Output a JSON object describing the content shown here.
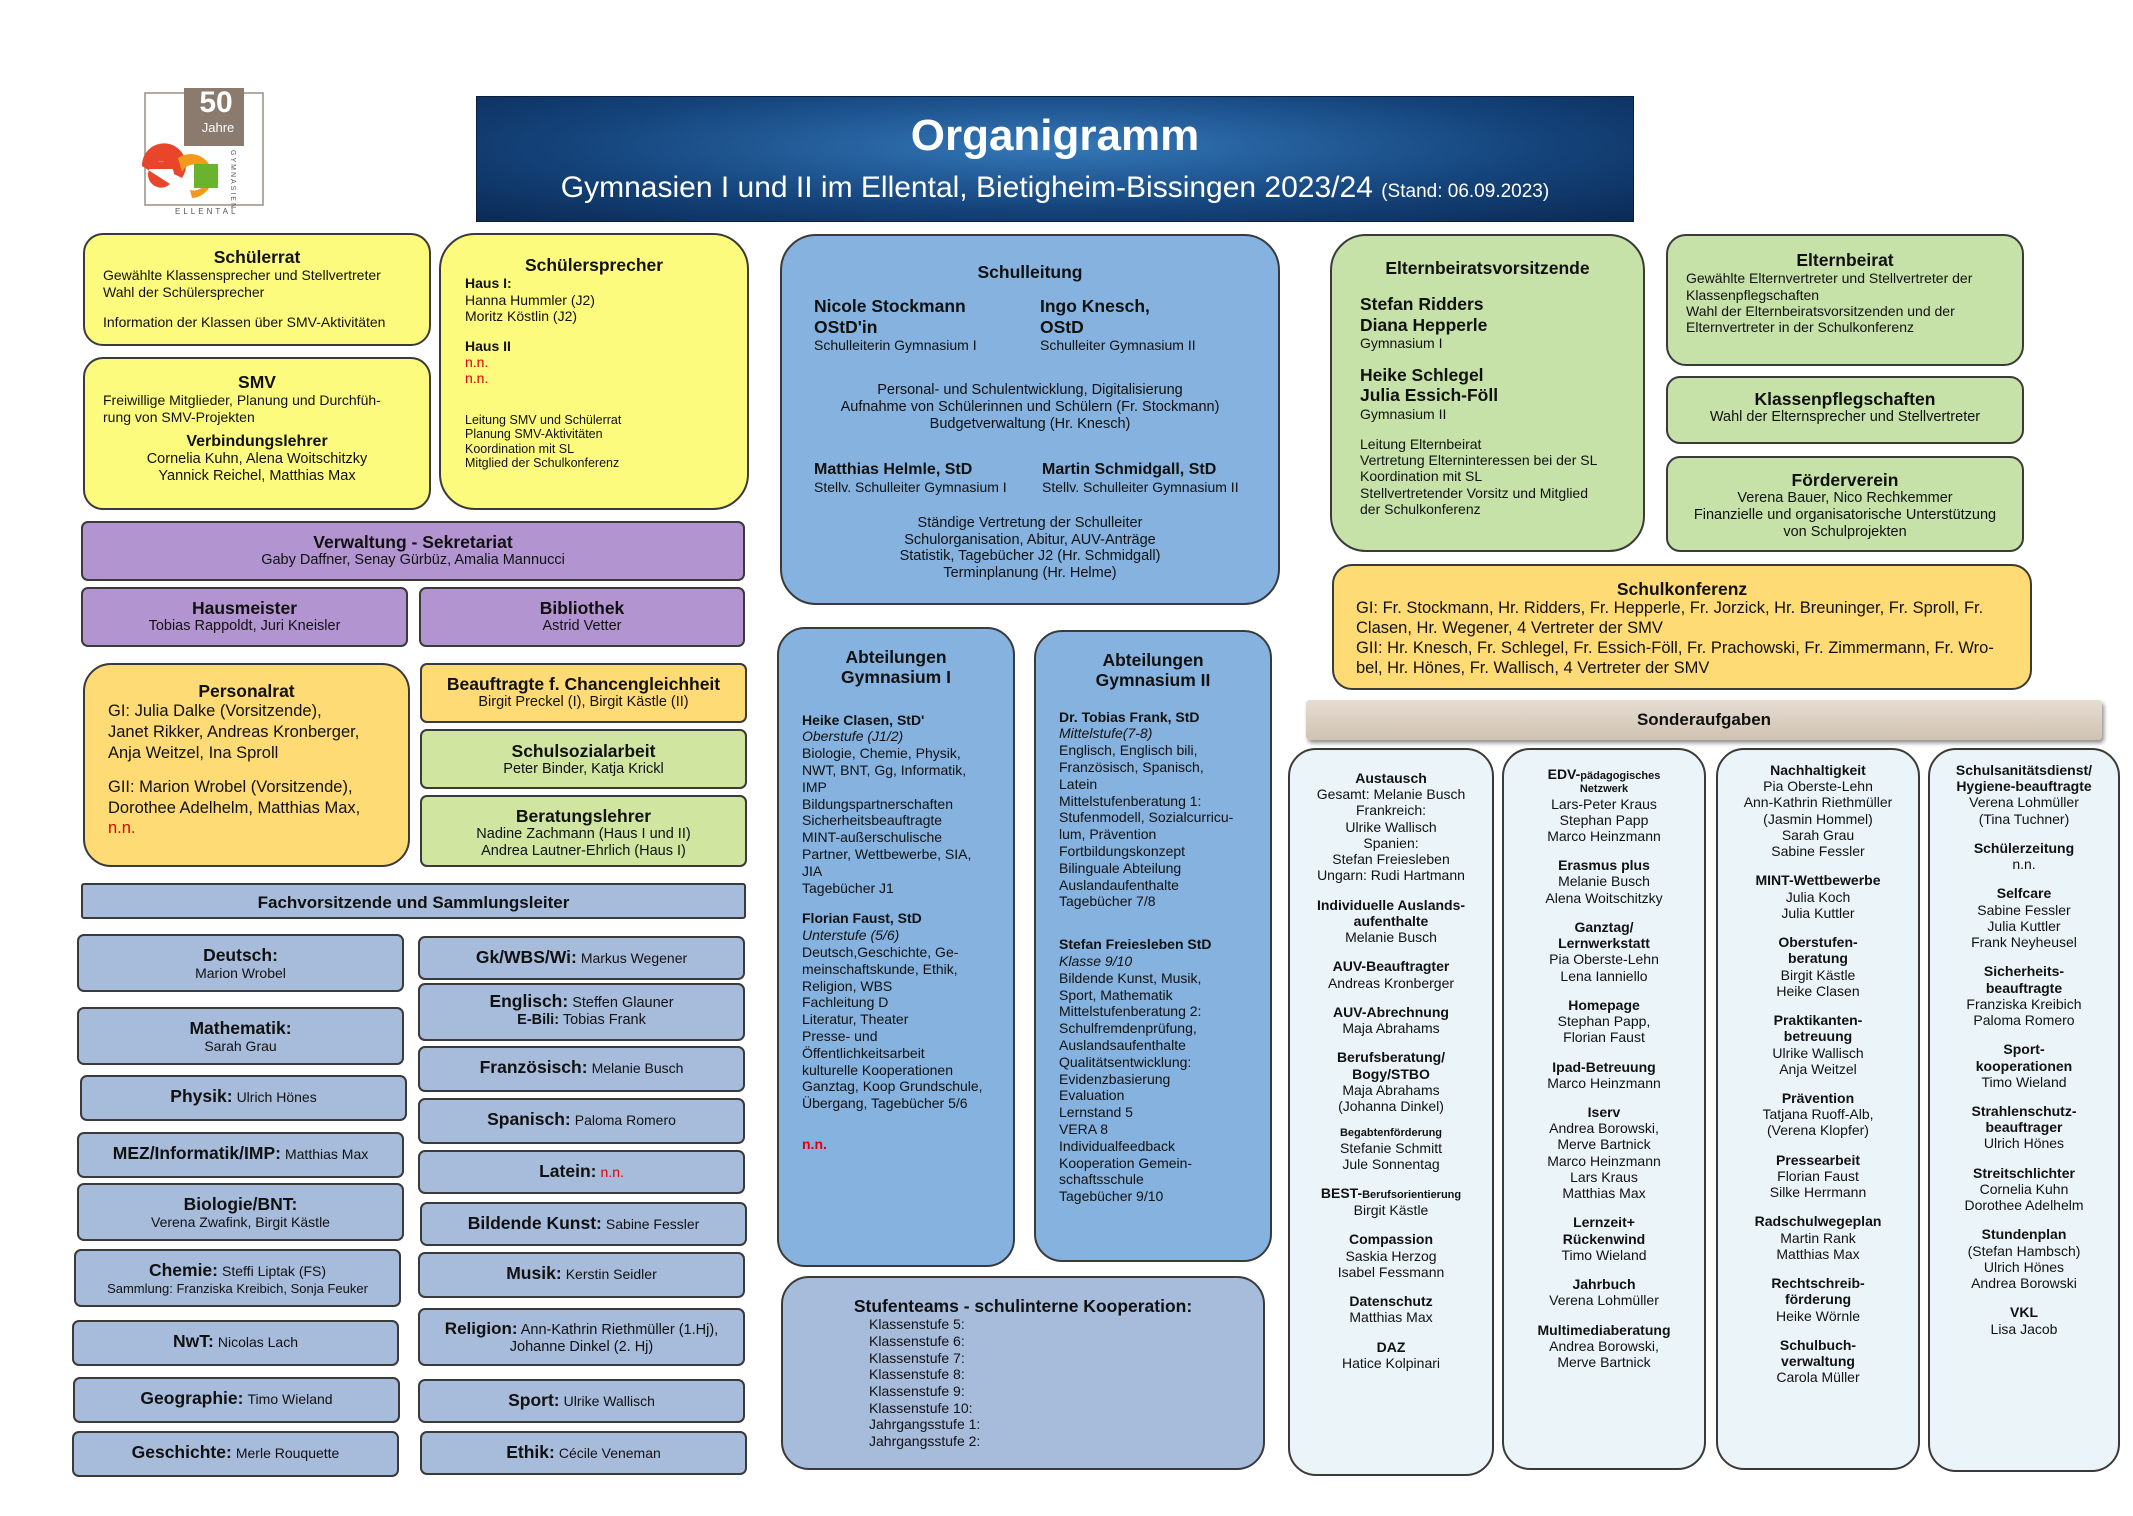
{
  "logo": {
    "number": "50",
    "jahre": "Jahre",
    "text_bottom": "ELLENTAL",
    "text_side": "GYMNASIEN"
  },
  "header": {
    "title": "Organigramm",
    "subtitle": "Gymnasien I und II im Ellental, Bietigheim-Bissingen 2023/24",
    "stand": "(Stand: 06.09.2023)"
  },
  "schuelerrat": {
    "title": "Schülerrat",
    "lines": [
      "Gewählte Klassensprecher und Stellvertreter",
      "Wahl der Schülersprecher",
      "Information der Klassen über SMV-Aktivitäten"
    ]
  },
  "smv": {
    "title": "SMV",
    "lines": [
      "Freiwillige Mitglieder, Planung und Durchfüh-",
      "rung von SMV-Projekten"
    ],
    "vl_title": "Verbindungslehrer",
    "vl_lines": [
      "Cornelia Kuhn, Alena Woitschitzky",
      "Yannick Reichel, Matthias Max"
    ]
  },
  "schuelersprecher": {
    "title": "Schülersprecher",
    "haus1_label": "Haus I:",
    "haus1": [
      "Hanna Hummler (J2)",
      "Moritz Köstlin (J2)"
    ],
    "haus2_label": "Haus II",
    "haus2": [
      "n.n.",
      "n.n."
    ],
    "tasks": [
      "Leitung SMV und Schülerrat",
      "Planung SMV-Aktivitäten",
      "Koordination mit SL",
      "Mitglied der Schulkonferenz"
    ]
  },
  "verwaltung": {
    "title": "Verwaltung - Sekretariat",
    "names": "Gaby Daffner, Senay Gürbüz, Amalia Mannucci"
  },
  "hausmeister": {
    "title": "Hausmeister",
    "names": "Tobias Rappoldt, Juri Kneisler"
  },
  "bibliothek": {
    "title": "Bibliothek",
    "names": "Astrid Vetter"
  },
  "personalrat": {
    "title": "Personalrat",
    "g1": [
      "GI: Julia Dalke (Vorsitzende),",
      "Janet Rikker, Andreas Kronberger,",
      "Anja Weitzel, Ina Sproll"
    ],
    "g2": [
      "GII: Marion Wrobel (Vorsitzende),",
      "Dorothee Adelhelm, Matthias Max,"
    ],
    "nn": "n.n."
  },
  "chancengleichheit": {
    "title": "Beauftragte f. Chancengleichheit",
    "names": "Birgit Preckel (I), Birgit Kästle (II)"
  },
  "schulsozialarbeit": {
    "title": "Schulsozialarbeit",
    "names": "Peter Binder, Katja Krickl"
  },
  "beratungslehrer": {
    "title": "Beratungslehrer",
    "names": [
      "Nadine Zachmann (Haus I und II)",
      "Andrea Lautner-Ehrlich (Haus I)"
    ]
  },
  "fachvorsitzende": {
    "title": "Fachvorsitzende und Sammlungsleiter"
  },
  "faecher_left": [
    {
      "label": "Deutsch:",
      "names": [
        "Marion Wrobel"
      ]
    },
    {
      "label": "Mathematik:",
      "names": [
        "Sarah Grau"
      ]
    },
    {
      "label": "Physik:",
      "inline": "Ulrich Hönes"
    },
    {
      "label": "MEZ/Informatik/IMP:",
      "inline": "Matthias Max"
    },
    {
      "label": "Biologie/BNT:",
      "names": [
        "Verena Zwafink, Birgit Kästle"
      ]
    },
    {
      "label": "Chemie:",
      "inline": "Steffi Liptak (FS)",
      "names": [
        "Sammlung: Franziska Kreibich, Sonja Feuker"
      ]
    },
    {
      "label": "NwT:",
      "inline": "Nicolas Lach"
    },
    {
      "label": "Geographie:",
      "inline": "Timo Wieland"
    },
    {
      "label": "Geschichte:",
      "inline": "Merle Rouquette"
    }
  ],
  "faecher_right": [
    {
      "label": "Gk/WBS/Wi:",
      "inline": "Markus Wegener"
    },
    {
      "label": "Englisch:",
      "inline": "Steffen Glauner",
      "label2": "E-Bili:",
      "inline2": "Tobias Frank"
    },
    {
      "label": "Französisch:",
      "inline": "Melanie Busch"
    },
    {
      "label": "Spanisch:",
      "inline": "Paloma Romero"
    },
    {
      "label": "Latein:",
      "inline_nn": "n.n."
    },
    {
      "label": "Bildende Kunst:",
      "inline": "Sabine Fessler"
    },
    {
      "label": "Musik:",
      "inline": "Kerstin Seidler"
    },
    {
      "label": "Religion:",
      "inline": "Ann-Kathrin Riethmüller (1.Hj),",
      "line2": "Johanne Dinkel (2. Hj)"
    },
    {
      "label": "Sport:",
      "inline": "Ulrike Wallisch"
    },
    {
      "label": "Ethik:",
      "inline": "Cécile Veneman"
    }
  ],
  "schulleitung": {
    "title": "Schulleitung",
    "p1_name": [
      "Nicole Stockmann",
      "OStD'in"
    ],
    "p1_role": "Schulleiterin Gymnasium I",
    "p2_name": [
      "Ingo Knesch,",
      "OStD"
    ],
    "p2_role": "Schulleiter Gymnasium II",
    "tasks1": [
      "Personal- und Schulentwicklung, Digitalisierung",
      "Aufnahme von Schülerinnen und Schülern (Fr. Stockmann)",
      "Budgetverwaltung (Hr. Knesch)"
    ],
    "p3_name": "Matthias Helmle, StD",
    "p3_role": "Stellv. Schulleiter Gymnasium I",
    "p4_name": "Martin Schmidgall, StD",
    "p4_role": "Stellv. Schulleiter Gymnasium II",
    "tasks2": [
      "Ständige Vertretung der Schulleiter",
      "Schulorganisation, Abitur, AUV-Anträge",
      "Statistik, Tagebücher J2 (Hr. Schmidgall)",
      "Terminplanung (Hr. Helme)"
    ]
  },
  "abt1": {
    "title": [
      "Abteilungen",
      "Gymnasium I"
    ],
    "h1_name": "Heike Clasen, StD'",
    "h1_stufe": "Oberstufe (J1/2)",
    "h1_lines": [
      "Biologie, Chemie, Physik,",
      "NWT, BNT, Gg, Informatik,",
      "IMP",
      "Bildungspartnerschaften",
      "Sicherheitsbeauftragte",
      "MINT-außerschulische",
      "Partner, Wettbewerbe, SIA,",
      "JIA",
      "Tagebücher J1"
    ],
    "h2_name": "Florian Faust, StD",
    "h2_stufe": "Unterstufe (5/6)",
    "h2_lines": [
      "Deutsch,Geschichte, Ge-",
      "meinschaftskunde, Ethik,",
      "Religion, WBS",
      "Fachleitung D",
      "Literatur, Theater",
      "Presse- und",
      "Öffentlichkeitsarbeit",
      "kulturelle Kooperationen",
      "Ganztag, Koop Grundschule,",
      "Übergang, Tagebücher 5/6"
    ],
    "nn": "n.n."
  },
  "abt2": {
    "title": [
      "Abteilungen",
      "Gymnasium II"
    ],
    "h1_name": "Dr. Tobias Frank, StD",
    "h1_stufe": "Mittelstufe(7-8)",
    "h1_lines": [
      "Englisch, Englisch bili,",
      "Französisch, Spanisch,",
      "Latein",
      "Mittelstufenberatung 1:",
      "Stufenmodell, Sozialcurricu-",
      "lum, Prävention",
      "Fortbildungskonzept",
      "Bilinguale Abteilung",
      "Auslandaufenthalte",
      "Tagebücher 7/8"
    ],
    "h2_name": "Stefan Freiesleben StD",
    "h2_stufe": "Klasse 9/10",
    "h2_lines": [
      "Bildende Kunst, Musik,",
      "Sport, Mathematik",
      "Mittelstufenberatung 2:",
      "Schulfremdenprüfung,",
      "Auslandsaufenthalte",
      "Qualitätsentwicklung:",
      "Evidenzbasierung",
      "Evaluation",
      "Lernstand 5",
      "VERA 8",
      "Individualfeedback",
      "Kooperation Gemein-",
      "schaftsschule",
      "Tagebücher 9/10"
    ]
  },
  "stufenteams": {
    "title": "Stufenteams - schulinterne Kooperation:",
    "lines": [
      "Klassenstufe 5:",
      "Klassenstufe 6:",
      "Klassenstufe 7:",
      "Klassenstufe 8:",
      "Klassenstufe 9:",
      "Klassenstufe 10:",
      "Jahrgangsstufe 1:",
      "Jahrgangsstufe 2:"
    ]
  },
  "elternbeiratsvorsitzende": {
    "title": "Elternbeiratsvorsitzende",
    "g1_names": [
      "Stefan Ridders",
      "Diana Hepperle"
    ],
    "g1_label": "Gymnasium I",
    "g2_names": [
      "Heike Schlegel",
      "Julia Essich-Föll"
    ],
    "g2_label": "Gymnasium II",
    "tasks": [
      "Leitung Elternbeirat",
      "Vertretung  Elterninteressen bei der SL",
      "Koordination mit SL",
      "Stellvertretender Vorsitz und Mitglied",
      "der Schulkonferenz"
    ]
  },
  "elternbeirat": {
    "title": "Elternbeirat",
    "lines": [
      "Gewählte Elternvertreter und Stellvertreter der",
      "Klassenpflegschaften",
      "Wahl der Elternbeiratsvorsitzenden und der",
      "Elternvertreter in der Schulkonferenz"
    ]
  },
  "klassenpflegschaften": {
    "title": "Klassenpflegschaften",
    "text": "Wahl der Elternsprecher und Stellvertreter"
  },
  "foerderverein": {
    "title": "Förderverein",
    "lines": [
      "Verena Bauer, Nico Rechkemmer",
      "Finanzielle und organisatorische Unterstützung",
      "von Schulprojekten"
    ]
  },
  "schulkonferenz": {
    "title": "Schulkonferenz",
    "lines": [
      "GI: Fr. Stockmann, Hr. Ridders, Fr. Hepperle, Fr. Jorzick, Hr. Breuninger, Fr. Sproll, Fr.",
      "Clasen, Hr. Wegener, 4 Vertreter der SMV",
      "GII: Hr. Knesch, Fr. Schlegel, Fr. Essich-Föll, Fr. Prachowski, Fr. Zimmermann, Fr. Wro-",
      "bel, Hr. Hönes, Fr. Wallisch, 4 Vertreter der SMV"
    ]
  },
  "sonderaufgaben": {
    "title": "Sonderaufgaben",
    "columns": [
      [
        {
          "title": [
            "Austausch"
          ],
          "names": [
            "Gesamt: Melanie Busch",
            "Frankreich:",
            "Ulrike Wallisch",
            "Spanien:",
            "Stefan Freiesleben",
            "Ungarn: Rudi Hartmann"
          ]
        },
        {
          "title": [
            "Individuelle Auslands-",
            "aufenthalte"
          ],
          "names": [
            "Melanie Busch"
          ]
        },
        {
          "title": [
            "AUV-Beauftragter"
          ],
          "names": [
            "Andreas Kronberger"
          ]
        },
        {
          "title": [
            "AUV-Abrechnung"
          ],
          "names": [
            "Maja Abrahams"
          ]
        },
        {
          "title": [
            "Berufsberatung/",
            "Bogy/STBO"
          ],
          "names": [
            "Maja Abrahams",
            "(Johanna Dinkel)"
          ]
        },
        {
          "small_title": [
            "Begabtenförderung"
          ],
          "names": [
            "Stefanie Schmitt",
            "Jule Sonnentag"
          ]
        },
        {
          "title_mix": [
            "BEST-",
            "Berufsorientierung"
          ],
          "names": [
            "Birgit Kästle"
          ]
        },
        {
          "title": [
            "Compassion"
          ],
          "names": [
            "Saskia Herzog",
            "Isabel Fessmann"
          ]
        },
        {
          "title": [
            "Datenschutz"
          ],
          "names": [
            "Matthias Max"
          ]
        },
        {
          "title": [
            "DAZ"
          ],
          "names": [
            "Hatice Kolpinari"
          ]
        }
      ],
      [
        {
          "title_mix": [
            "EDV-",
            "pädagogisches"
          ],
          "small_title": [
            "Netzwerk"
          ],
          "names": [
            "Lars-Peter Kraus",
            "Stephan Papp",
            "Marco Heinzmann"
          ]
        },
        {
          "title": [
            "Erasmus plus"
          ],
          "names": [
            "Melanie Busch",
            "Alena Woitschitzky"
          ]
        },
        {
          "title": [
            "Ganztag/",
            "Lernwerkstatt"
          ],
          "names": [
            "Pia Oberste-Lehn",
            "Lena Ianniello"
          ]
        },
        {
          "title": [
            "Homepage"
          ],
          "names": [
            "Stephan Papp,",
            "Florian Faust"
          ]
        },
        {
          "title": [
            "Ipad-Betreuung"
          ],
          "names": [
            "Marco Heinzmann"
          ]
        },
        {
          "title": [
            "Iserv"
          ],
          "names": [
            "Andrea Borowski,",
            "Merve Bartnick",
            "Marco Heinzmann",
            "Lars Kraus",
            "Matthias Max"
          ]
        },
        {
          "title": [
            "Lernzeit+",
            "Rückenwind"
          ],
          "names": [
            "Timo Wieland"
          ]
        },
        {
          "title": [
            "Jahrbuch"
          ],
          "names": [
            "Verena Lohmüller"
          ]
        },
        {
          "title": [
            "Multimediaberatung"
          ],
          "names": [
            "Andrea Borowski,",
            "Merve Bartnick"
          ]
        }
      ],
      [
        {
          "title": [
            "Nachhaltigkeit"
          ],
          "names": [
            "Pia Oberste-Lehn",
            "Ann-Kathrin Riethmüller",
            "(Jasmin Hommel)",
            "Sarah Grau",
            "Sabine Fessler"
          ]
        },
        {
          "title": [
            "MINT-Wettbewerbe"
          ],
          "names": [
            "Julia Koch",
            "Julia Kuttler"
          ]
        },
        {
          "title": [
            "Oberstufen-",
            "beratung"
          ],
          "names": [
            "Birgit Kästle",
            "Heike Clasen"
          ]
        },
        {
          "title": [
            "Praktikanten-",
            "betreuung"
          ],
          "names": [
            "Ulrike Wallisch",
            "Anja Weitzel"
          ]
        },
        {
          "title": [
            "Prävention"
          ],
          "names": [
            "Tatjana Ruoff-Alb,",
            "(Verena Klopfer)"
          ]
        },
        {
          "title": [
            "Pressearbeit"
          ],
          "names": [
            "Florian Faust",
            "Silke Herrmann"
          ]
        },
        {
          "title": [
            "Radschulwegeplan"
          ],
          "names": [
            "Martin Rank",
            "Matthias Max"
          ]
        },
        {
          "title": [
            "Rechtschreib-",
            "förderung"
          ],
          "names": [
            "Heike Wörnle"
          ]
        },
        {
          "title": [
            "Schulbuch-",
            "verwaltung"
          ],
          "names": [
            "Carola Müller"
          ]
        }
      ],
      [
        {
          "title": [
            "Schulsanitätsdienst/",
            "Hygiene-beauftragte"
          ],
          "names": [
            "Verena Lohmüller",
            "(Tina Tuchner)"
          ]
        },
        {
          "title": [
            "Schülerzeitung"
          ],
          "names": [
            "n.n."
          ]
        },
        {
          "title": [
            "Selfcare"
          ],
          "names": [
            "Sabine Fessler",
            "Julia Kuttler",
            "Frank Neyheusel"
          ]
        },
        {
          "title": [
            "Sicherheits-",
            "beauftragte"
          ],
          "names": [
            "Franziska Kreibich",
            "Paloma Romero"
          ]
        },
        {
          "title": [
            "Sport-",
            "kooperationen"
          ],
          "names": [
            "Timo Wieland"
          ]
        },
        {
          "title": [
            "Strahlenschutz-",
            "beauftrager"
          ],
          "names": [
            "Ulrich Hönes"
          ]
        },
        {
          "title": [
            "Streitschlichter"
          ],
          "names": [
            "Cornelia Kuhn",
            "Dorothee Adelhelm"
          ]
        },
        {
          "title": [
            "Stundenplan"
          ],
          "names": [
            "(Stefan Hambsch)",
            "Ulrich Hönes",
            "Andrea Borowski"
          ]
        },
        {
          "title": [
            "VKL"
          ],
          "names": [
            "Lisa Jacob"
          ]
        }
      ]
    ]
  },
  "colors": {
    "yellow": "#fdfb7d",
    "purple": "#b295d0",
    "orange": "#fedb74",
    "light_green": "#cfe5a0",
    "green": "#c6e2a8",
    "blue": "#85b2de",
    "grey_blue": "#a7bcdb",
    "header_dark": "#0c2d58",
    "header_light": "#2f6fb0",
    "nn_red": "#e00000"
  }
}
